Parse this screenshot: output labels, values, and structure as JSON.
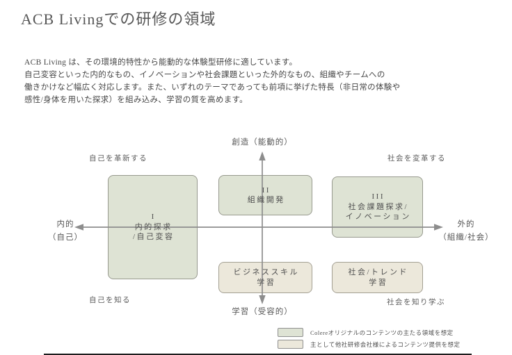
{
  "title": "ACB Livingでの研修の領域",
  "intro": {
    "line1": "ACB Living は、その環境的特性から能動的な体験型研修に適しています。",
    "line2": "自己変容といった内的なもの、イノベーションや社会課題といった外的なもの、組織やチームへの",
    "line3": "働きかけなど幅広く対応します。また、いずれのテーマであっても前項に挙げた特長（非日常の体験や",
    "line4": "感性/身体を用いた探求）を組み込み、学習の質を高めます。"
  },
  "diagram": {
    "axis": {
      "top": "創造（能動的）",
      "bottom": "学習（受容的）",
      "left_line1": "内的",
      "left_line2": "（自己）",
      "right_line1": "外的",
      "right_line2": "（組織/社会）"
    },
    "corner": {
      "top_left": "自己を革新する",
      "top_right": "社会を変革する",
      "bottom_left": "自己を知る",
      "bottom_right": "社会を知り学ぶ"
    },
    "boxes": [
      {
        "numeral": "I",
        "line1": "内的探求",
        "line2": "/自己変容",
        "category": "primary"
      },
      {
        "numeral": "II",
        "line1": "組織開発",
        "line2": "",
        "category": "primary"
      },
      {
        "numeral": "III",
        "line1": "社会課題探求/",
        "line2": "イノベーション",
        "category": "primary"
      },
      {
        "numeral": "",
        "line1": "ビジネススキル",
        "line2": "学習",
        "category": "secondary"
      },
      {
        "numeral": "",
        "line1": "社会/トレンド",
        "line2": "学習",
        "category": "secondary"
      }
    ]
  },
  "legend": {
    "items": [
      {
        "swatch": "primary",
        "label": "Colereオリジナルのコンテンツの主たる領域を想定"
      },
      {
        "swatch": "secondary",
        "label": "主として他社研修会社様によるコンテンツ提供を想定"
      }
    ]
  },
  "colors": {
    "primary_fill": "#dee3d4",
    "secondary_fill": "#ece8db",
    "box_border": "#97998e",
    "axis_gray": "#8d8d8d",
    "text_gray": "#4d4d4d"
  }
}
